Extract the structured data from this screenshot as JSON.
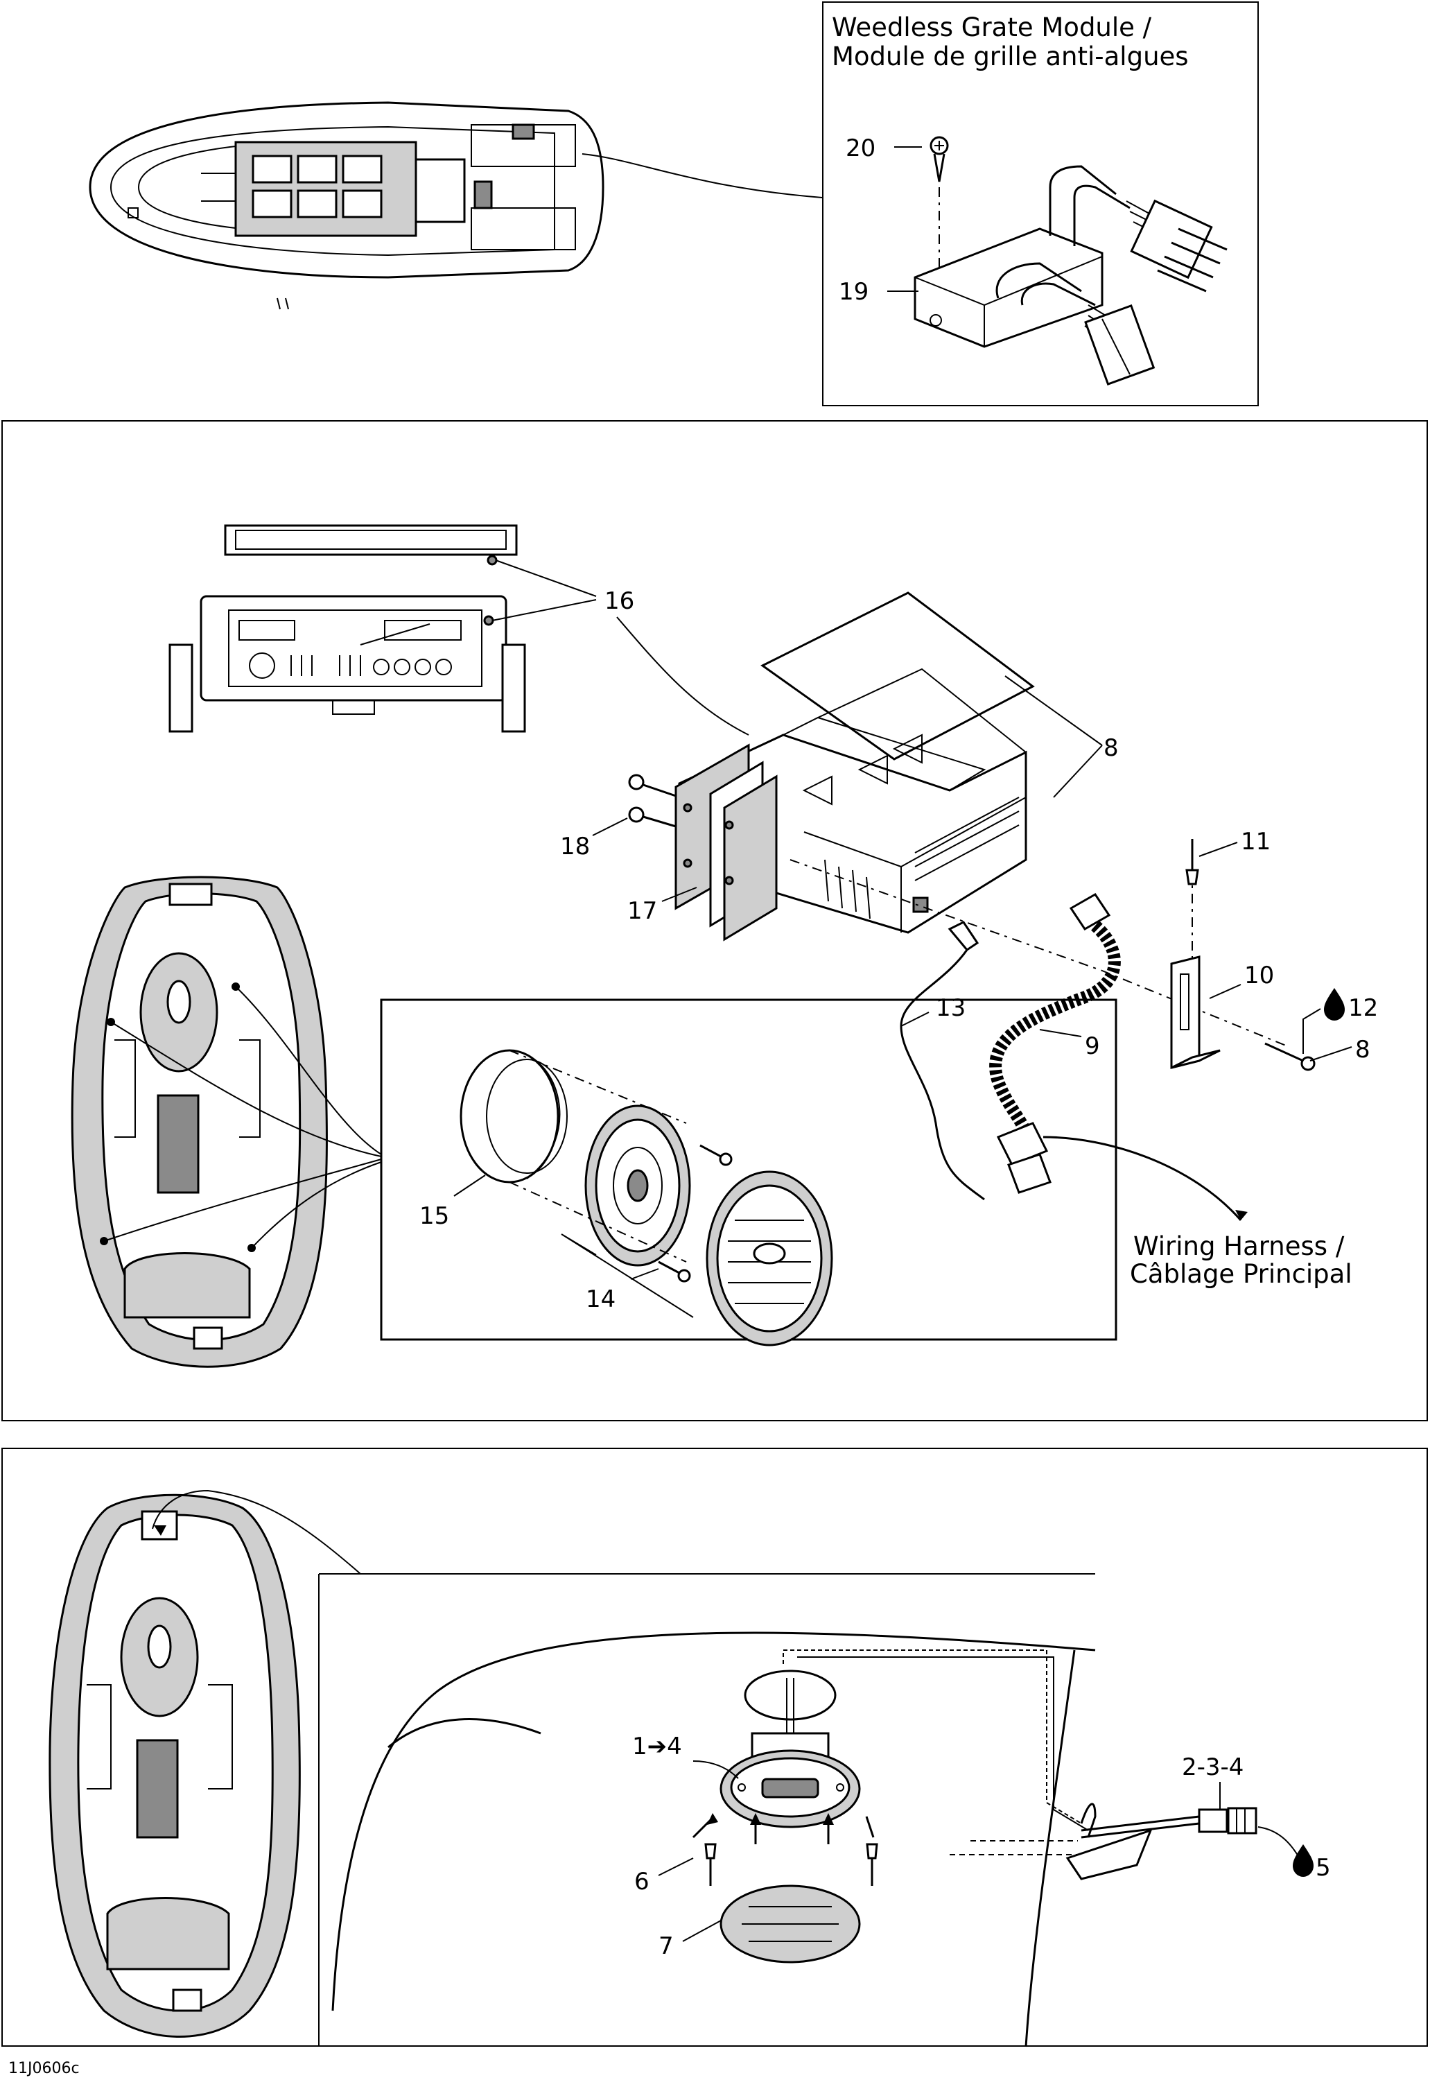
{
  "module_panel": {
    "title_line1": "Weedless Grate Module /",
    "title_line2": "Module de grille anti-algues"
  },
  "wiring_harness": {
    "line1": "Wiring Harness /",
    "line2": "Câblage Principal"
  },
  "callouts": {
    "c20": "20",
    "c19": "19",
    "c16": "16",
    "c8a": "8",
    "c18": "18",
    "c17": "17",
    "c11": "11",
    "c10": "10",
    "c13": "13",
    "c9": "9",
    "c12": "12",
    "c8b": "8",
    "c15": "15",
    "c14": "14",
    "c1to4": "1➔4",
    "c234": "2-3-4",
    "c6": "6",
    "c5": "5",
    "c7": "7"
  },
  "drawing_code": "11J0606c",
  "icons": [
    "sealant-drop-icon"
  ]
}
